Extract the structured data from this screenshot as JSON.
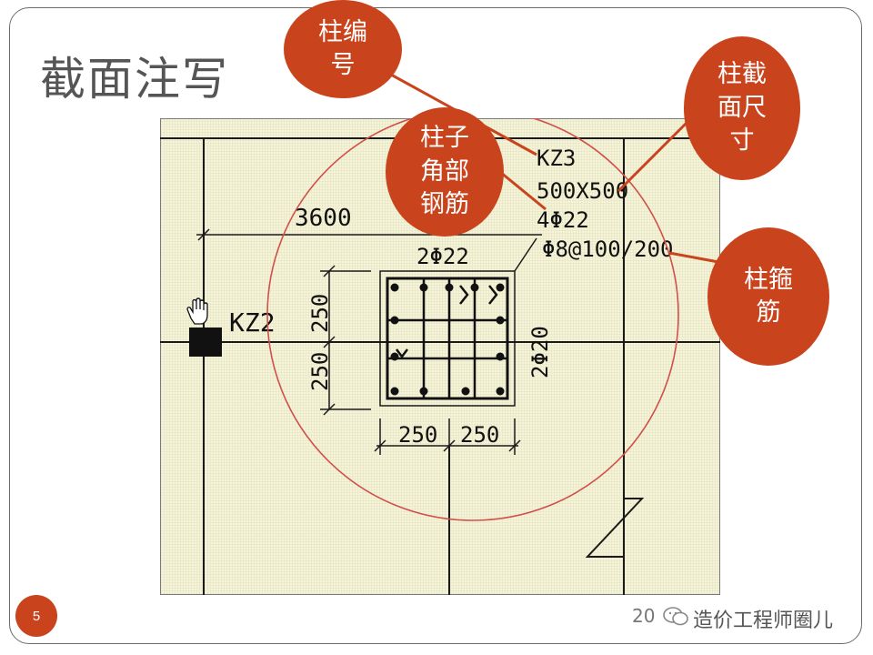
{
  "slide": {
    "title": "截面注写",
    "page_number": "5",
    "footer": "20",
    "watermark": "造价工程师圈儿"
  },
  "drawing": {
    "column_id": "KZ3",
    "section_size": "500X500",
    "corner_bars": "4Φ22",
    "stirrups": "Φ8@100/200",
    "side_bars_top": "2Φ22",
    "side_bars_right": "2Φ20",
    "adjacent_column": "KZ2",
    "span_dimension": "3600",
    "dim_left_upper": "250",
    "dim_left_lower": "250",
    "dim_bottom_left": "250",
    "dim_bottom_right": "250"
  },
  "callouts": [
    {
      "id": "column-number",
      "lines": [
        "柱编",
        "号"
      ]
    },
    {
      "id": "section-size",
      "lines": [
        "柱截",
        "面尺",
        "寸"
      ]
    },
    {
      "id": "corner-rebar",
      "lines": [
        "柱子",
        "角部",
        "钢筋"
      ]
    },
    {
      "id": "stirrup",
      "lines": [
        "柱箍",
        "筋"
      ]
    }
  ],
  "colors": {
    "accent": "#c9431d",
    "drawing_bg": "#f6f4d6",
    "highlight_circle": "#d0504a"
  }
}
